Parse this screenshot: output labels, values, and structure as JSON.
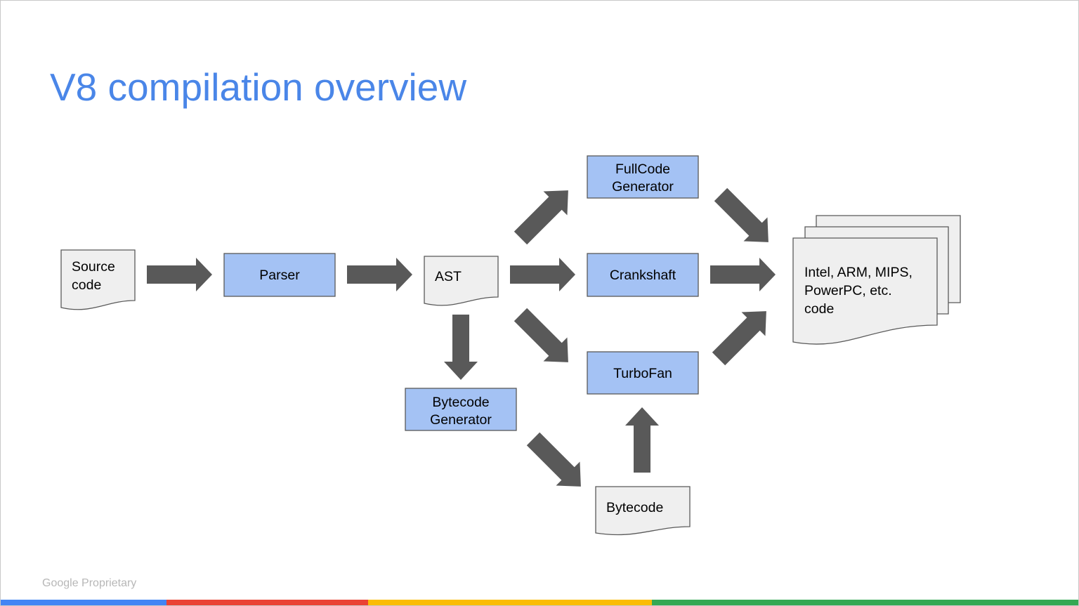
{
  "title": "V8 compilation overview",
  "footer": "Google Proprietary",
  "nodes": {
    "source_code": {
      "line1": "Source",
      "line2": "code"
    },
    "parser": "Parser",
    "ast": "AST",
    "fullcode": {
      "line1": "FullCode",
      "line2": "Generator"
    },
    "crankshaft": "Crankshaft",
    "turbofan": "TurboFan",
    "bytecode_generator": {
      "line1": "Bytecode",
      "line2": "Generator"
    },
    "bytecode": "Bytecode",
    "machine_code": {
      "line1": "Intel, ARM, MIPS,",
      "line2": "PowerPC, etc.",
      "line3": "code"
    }
  },
  "colors": {
    "title": "#4a86e8",
    "process_fill": "#a4c2f4",
    "document_fill": "#efefef",
    "arrow": "#595959",
    "bar_blue": "#4285f4",
    "bar_red": "#ea4335",
    "bar_yellow": "#fbbc04",
    "bar_green": "#34a853"
  }
}
